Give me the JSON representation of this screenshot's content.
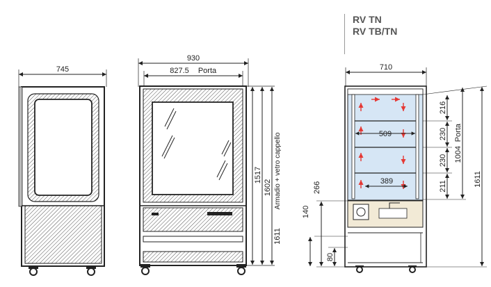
{
  "models": [
    "RV TN",
    "RV TB/TN"
  ],
  "side_view": {
    "width": "745"
  },
  "front_view": {
    "width": "930",
    "door_width": "827.5",
    "door_label": "Porta",
    "h1": "1517",
    "h2": "1602",
    "h3": "1611",
    "h3_label": "Armadio + vetro cappello"
  },
  "section_view": {
    "width": "710",
    "shelf_gaps": [
      "216",
      "230",
      "230",
      "211"
    ],
    "door_height": "1004",
    "door_label": "Porta",
    "total_height": "1611",
    "inner_width_upper": "509",
    "inner_width_lower": "389",
    "base_266": "266",
    "base_140": "140",
    "base_80": "80"
  },
  "colors": {
    "line": "#222222",
    "hatch": "#444444",
    "airflow": "#e53935",
    "glass": "#d6e6f5",
    "unit": "#f2ead6"
  }
}
